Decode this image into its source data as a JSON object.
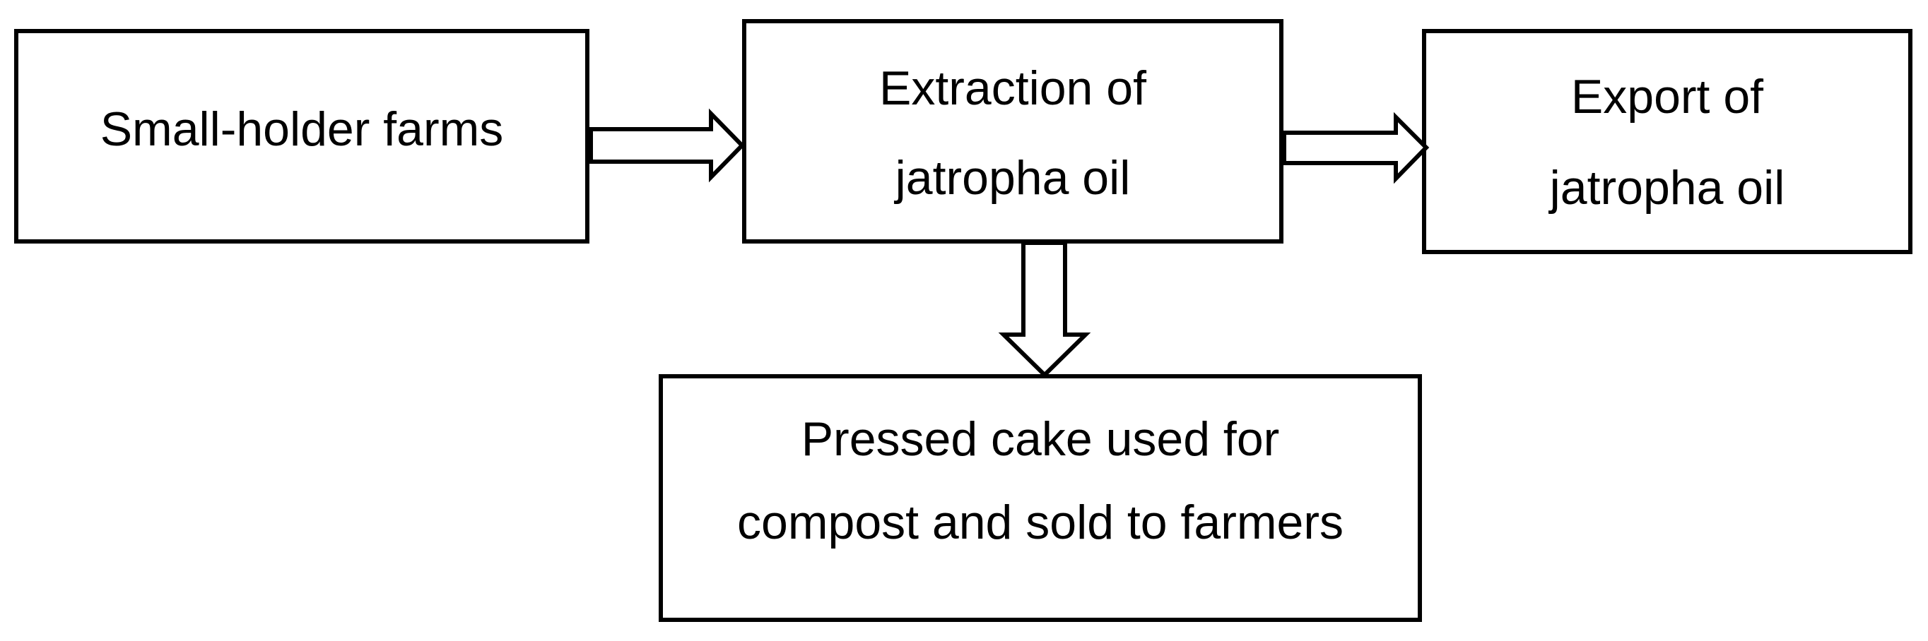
{
  "nodes": {
    "farms": {
      "lines": [
        "Small-holder farms"
      ]
    },
    "extraction": {
      "lines": [
        "Extraction of",
        "jatropha oil"
      ]
    },
    "export": {
      "lines": [
        "Export of",
        "jatropha oil"
      ]
    },
    "cake": {
      "lines": [
        "Pressed cake used for",
        "compost and sold to farmers"
      ]
    }
  },
  "edges": [
    {
      "from": "farms",
      "to": "extraction"
    },
    {
      "from": "extraction",
      "to": "export"
    },
    {
      "from": "extraction",
      "to": "cake"
    }
  ]
}
